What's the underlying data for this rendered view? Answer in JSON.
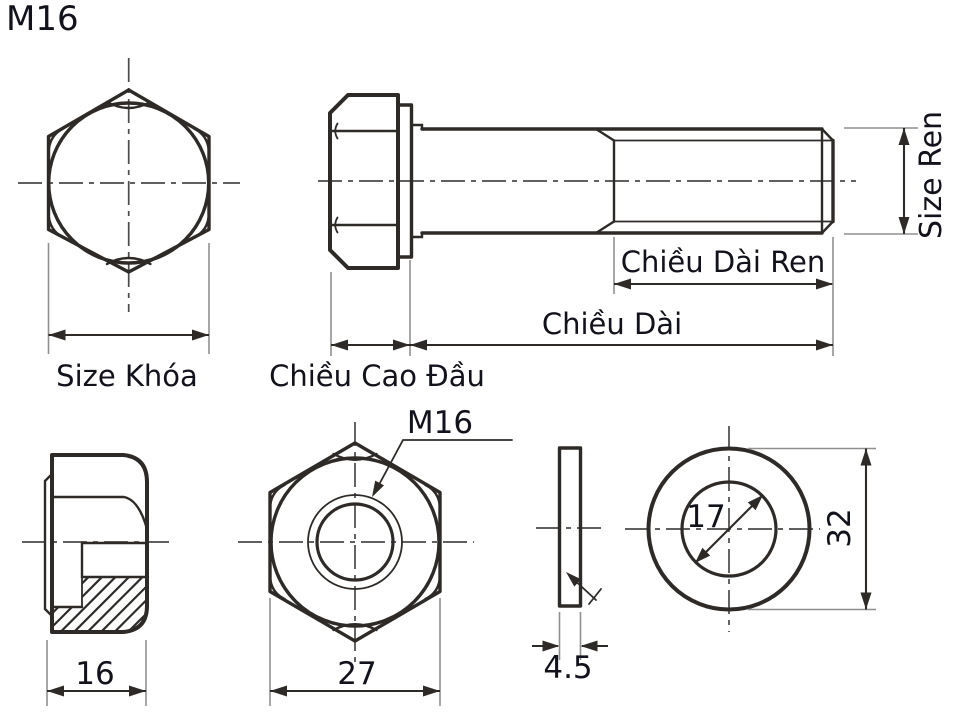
{
  "title": "M16",
  "colors": {
    "line": "#2e2a27",
    "extension": "#8f8f8f",
    "centerline": "#4a4a4a",
    "text": "#12121c",
    "background": "#ffffff"
  },
  "bolt": {
    "wrench_size_label": "Size Khóa",
    "head_height_label": "Chiều Cao Đầu",
    "length_label": "Chiều Dài",
    "thread_length_label": "Chiều Dài Ren",
    "thread_size_label": "Size Ren"
  },
  "nut": {
    "thread_label": "M16",
    "width_across_flats": "27",
    "thickness": "16"
  },
  "washer": {
    "thickness": "4.5",
    "inner_diameter": "17",
    "outer_diameter": "32"
  }
}
